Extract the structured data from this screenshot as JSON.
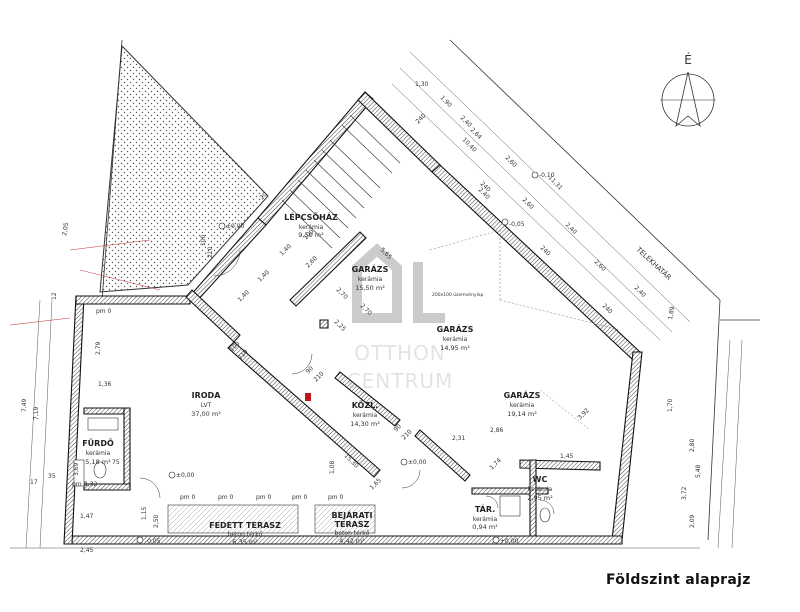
{
  "title": "Földszint alaprajz",
  "compass": {
    "label": "É"
  },
  "watermark": {
    "line1": "OTTHON",
    "line2": "CENTRUM"
  },
  "boundary_label": "TELEKHATÁR",
  "rooms": {
    "lepcsohaz": {
      "name": "LÉPCSŐHÁZ",
      "material": "kerámia",
      "area": "9,50 m²"
    },
    "garazs1": {
      "name": "GARÁZS",
      "material": "kerámia",
      "area": "15,50 m²"
    },
    "garazs2": {
      "name": "GARÁZS",
      "material": "kerámia",
      "area": "14,95 m²"
    },
    "garazs3": {
      "name": "GARÁZS",
      "material": "kerámia",
      "area": "19,14 m²"
    },
    "iroda": {
      "name": "IRODA",
      "material": "LVT",
      "area": "37,00 m²"
    },
    "kozl": {
      "name": "KÖZL.",
      "material": "kerámia",
      "area": "14,30 m²"
    },
    "furdo": {
      "name": "FÜRDŐ",
      "material": "kerámia",
      "area": "5,18 m²"
    },
    "wc": {
      "name": "WC",
      "material": "kerámia",
      "area": "2,95 m²"
    },
    "tar": {
      "name": "TÁR.",
      "material": "kerámia",
      "area": "0,94 m²"
    },
    "fedett_terasz": {
      "name": "FEDETT TERASZ",
      "material": "beton térkő",
      "area": "6,35 m²"
    },
    "bejarati_terasz": {
      "name1": "BEJÁRATI",
      "name2": "TERASZ",
      "material": "beton térkő",
      "area": "4,42 m²"
    }
  },
  "levels": {
    "l1": "±0,00",
    "l2": "±0,00",
    "l3": "-0,10",
    "l4": "-0,05",
    "l5": "-0,05",
    "l6": "+0,00",
    "l7": "±0,00"
  },
  "pm": {
    "a": "pm 0",
    "b": "pm 0",
    "c": "pm 0",
    "d": "pm 0",
    "e": "pm 0",
    "f": "pm 0",
    "g": "pm 0"
  },
  "dims": {
    "d1": "1,40",
    "d2": "1,40",
    "d3": "1,40",
    "d4": "2,60",
    "d5": "2,70",
    "d6": "2,25",
    "d7": "2,70",
    "d8": "5,65",
    "d9": "2,40",
    "d10": "2,60",
    "d11": "2,40",
    "d12": "2,60",
    "d13": "2,40",
    "d14": "2,60",
    "d15": "2,40",
    "d16": "11,31",
    "d17": "10,40",
    "d18": "1,30",
    "d19": "1,90",
    "d20": "2,64",
    "d21": "240",
    "d22": "240",
    "d23": "240",
    "d24": "240",
    "d25": "100",
    "d26": "210",
    "d27": "100",
    "d28": "210",
    "d29": "90",
    "d30": "210",
    "d31": "90",
    "d32": "210",
    "d33": "1,45",
    "d34": "2,31",
    "d35": "2,86",
    "d36": "1,74",
    "d37": "3,92",
    "d38": "1,70",
    "d39": "2,80",
    "d40": "3,72",
    "d41": "5,48",
    "d42": "2,09",
    "d43": "7,49",
    "d44": "7,19",
    "d45": "2,79",
    "d46": "1,36",
    "d47": "3,69",
    "d48": "1,32",
    "d49": "1,47",
    "d50": "2,45",
    "d51": "1,15",
    "d52": "2,50",
    "d53": "1,08",
    "d54": "15,30",
    "d55": "1,65",
    "d56": "17",
    "d57": "35",
    "d58": "75",
    "d59": "2,05",
    "d60": "12",
    "d61": "1,89",
    "d62": "20",
    "d63": "100"
  },
  "legend": {
    "small_note": "200x100 üzemvénylap"
  }
}
